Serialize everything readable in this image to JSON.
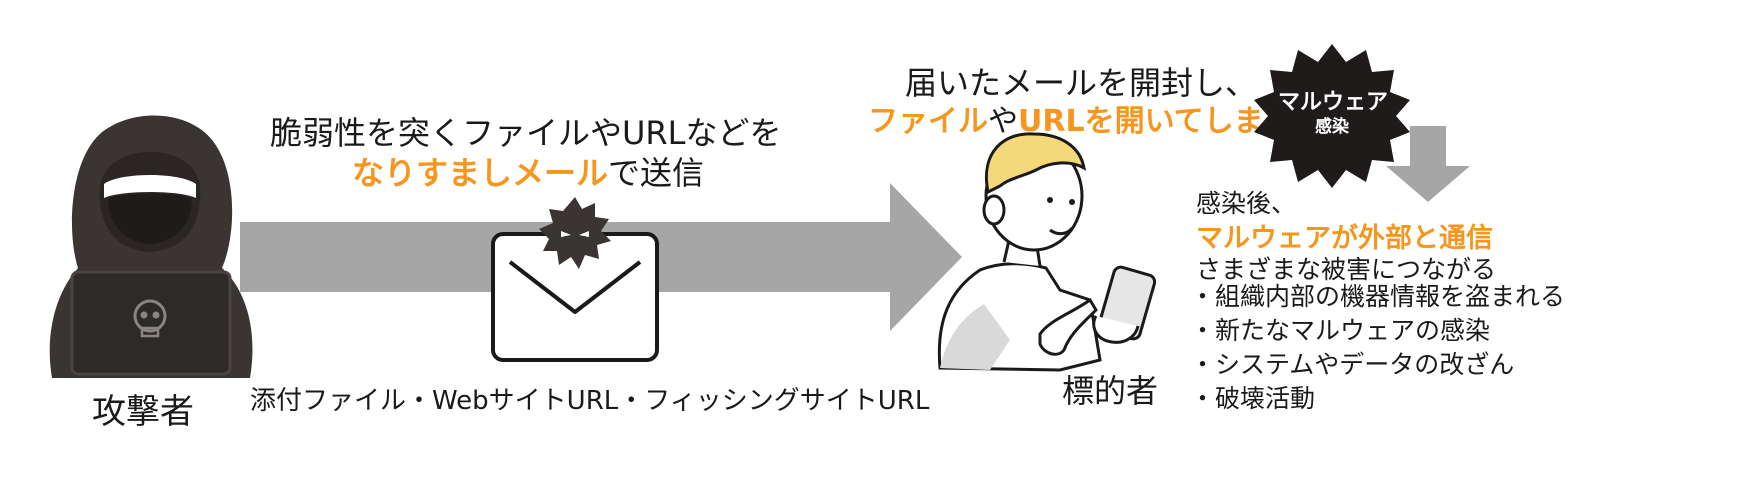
{
  "actors": {
    "attacker_label": "攻撃者",
    "target_label": "標的者"
  },
  "attack_caption": {
    "line1": "脆弱性を突くファイルやURLなどを",
    "line2_highlight": "なりすましメール",
    "line2_rest": "で送信"
  },
  "attachment_caption": "添付ファイル・WebサイトURL・フィッシングサイトURL",
  "open_caption": {
    "line1_a": "届いた",
    "line1_b": "メールを開封し、",
    "line2_h1": "ファイル",
    "line2_mid": "や",
    "line2_h2": "URLを開いてしまう"
  },
  "malware_badge": {
    "line1": "マルウェア",
    "line2": "感染"
  },
  "after_infection": {
    "intro": "感染後、",
    "headline": "マルウェアが外部と通信",
    "lead": "さまざまな被害につながる",
    "items": [
      "・組織内部の機器情報を盗まれる",
      "・新たなマルウェアの感染",
      "・システムやデータの改ざん",
      "・破壊活動"
    ]
  },
  "colors": {
    "accent": "#f5961e",
    "arrow_gray": "#a6a6a6",
    "dark": "#3a3533",
    "skin": "#ffffff",
    "hair": "#f4d97a"
  },
  "icons": [
    "hacker-icon",
    "skull-icon",
    "envelope-icon",
    "malware-icon",
    "person-with-phone-icon",
    "down-arrow-icon"
  ]
}
